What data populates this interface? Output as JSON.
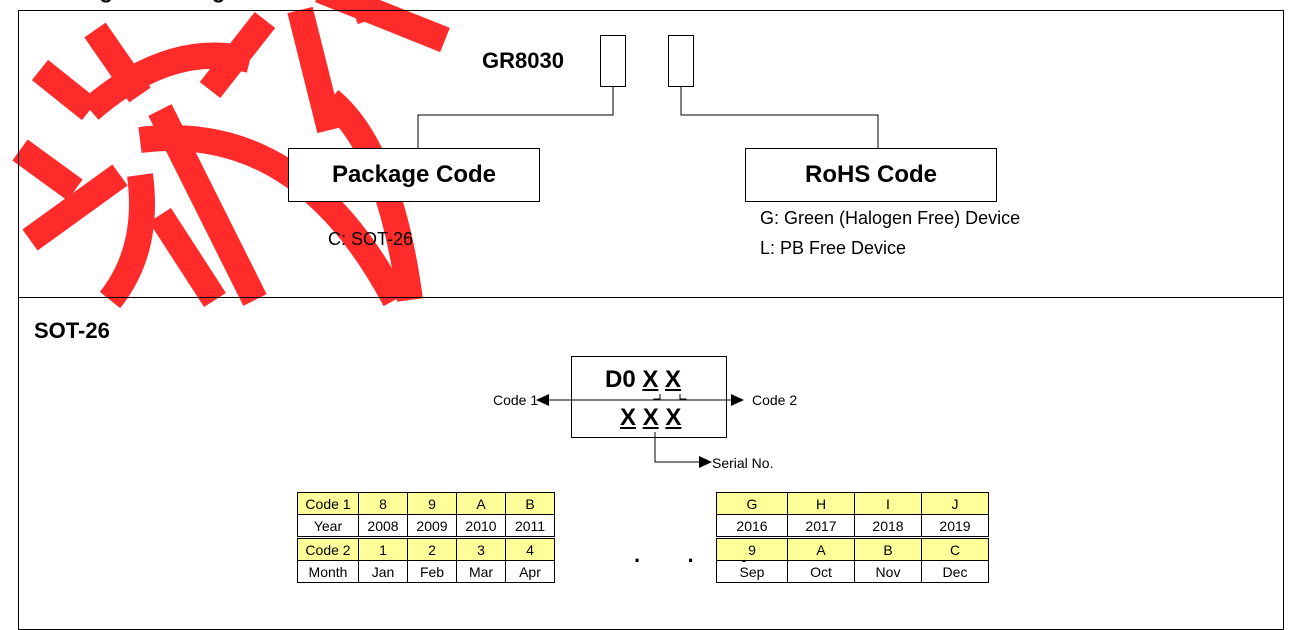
{
  "ordering": {
    "part_number": "GR8030",
    "package_code": {
      "label": "Package Code",
      "options": [
        "C: SOT-26"
      ]
    },
    "rohs_code": {
      "label": "RoHS Code",
      "options": [
        "G: Green (Halogen Free) Device",
        "L:  PB Free Device"
      ]
    }
  },
  "marking": {
    "section_title": "SOT-26",
    "line1_prefix": "D0 ",
    "line1_vars": [
      "X",
      "X"
    ],
    "line2_vars": [
      "X",
      "X",
      "X"
    ],
    "code1_label": "Code 1",
    "code2_label": "Code 2",
    "serial_label": "Serial No."
  },
  "year_table": {
    "left": {
      "rows": [
        [
          "Code 1",
          "8",
          "9",
          "A",
          "B"
        ],
        [
          "Year",
          "2008",
          "2009",
          "2010",
          "2011"
        ],
        [
          "Code 2",
          "1",
          "2",
          "3",
          "4"
        ],
        [
          "Month",
          "Jan",
          "Feb",
          "Mar",
          "Apr"
        ]
      ]
    },
    "right": {
      "rows": [
        [
          "G",
          "H",
          "I",
          "J"
        ],
        [
          "2016",
          "2017",
          "2018",
          "2019"
        ],
        [
          "9",
          "A",
          "B",
          "C"
        ],
        [
          "Sep",
          "Oct",
          "Nov",
          "Dec"
        ]
      ]
    },
    "ellipsis": "· · ·"
  },
  "colors": {
    "code_row": "#ffff99",
    "watermark": "#ff0000"
  }
}
